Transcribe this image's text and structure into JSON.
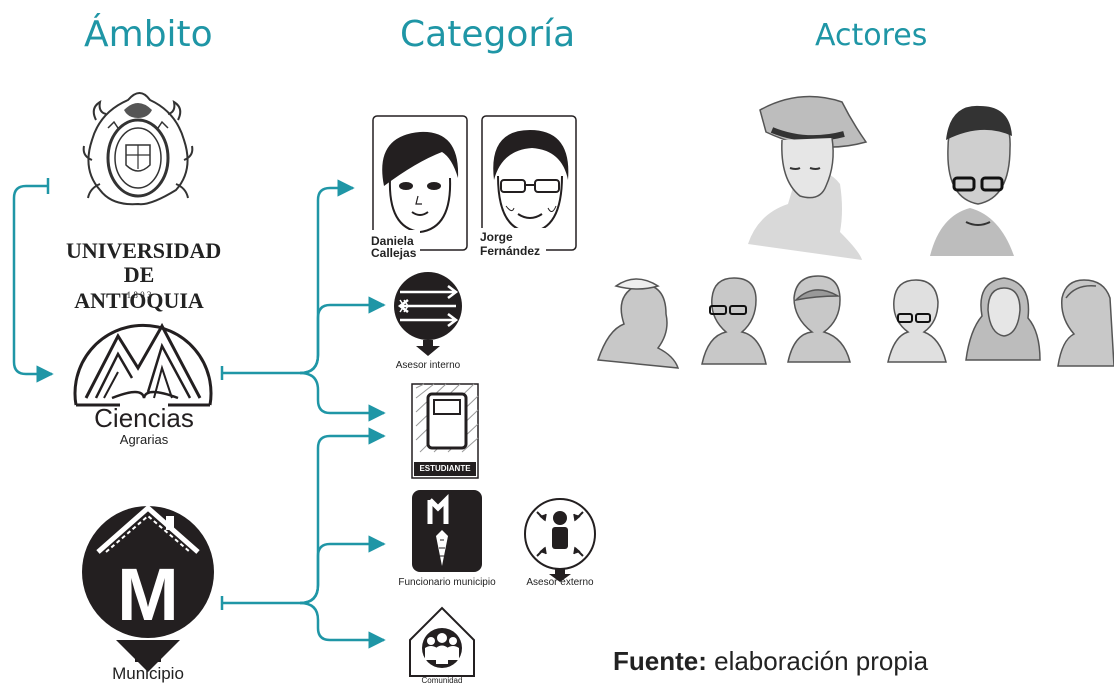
{
  "headers": {
    "ambito": "Ámbito",
    "categoria": "Categoría",
    "actores": "Actores"
  },
  "university": {
    "line1": "UNIVERSIDAD",
    "line2": "DE ANTIOQUIA",
    "year": "1 8 0 3"
  },
  "ciencias": {
    "line1": "Ciencias",
    "line2": "Agrarias"
  },
  "municipio": {
    "letter": "M",
    "label": "Municipio"
  },
  "categories": {
    "card1": "Daniela Callejas",
    "card1_line1": "Daniela",
    "card1_line2": "Callejas",
    "card2_line1": "Jorge",
    "card2_line2": "Fernández",
    "asesor_interno": "Asesor interno",
    "estudiante": "ESTUDIANTE",
    "funcionario": "Funcionario municipio",
    "funcionario_letter": "M",
    "asesor_externo": "Asesor externo",
    "comunidad": "Comunidad"
  },
  "source": {
    "bold": "Fuente:",
    "text": " elaboración propia"
  },
  "colors": {
    "accent": "#1f96a6",
    "dark": "#231f20"
  }
}
